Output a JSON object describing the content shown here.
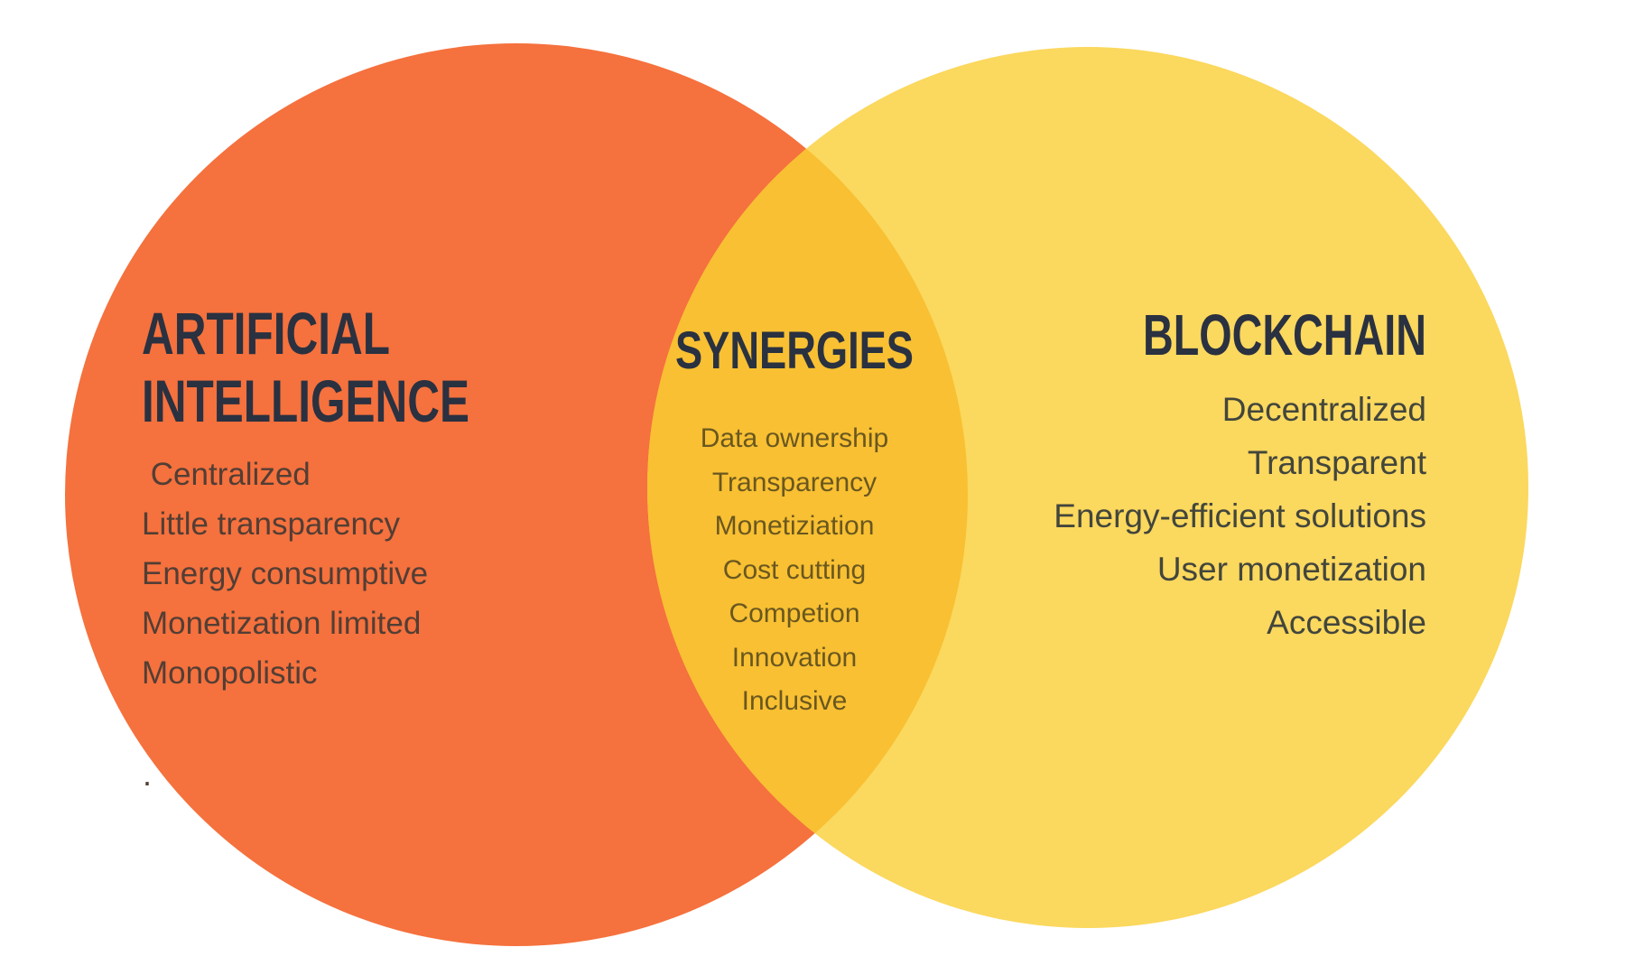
{
  "colors": {
    "background": "#FFFFFF",
    "ai_circle": "#F5713D",
    "blockchain_circle": "#FBD85E",
    "overlap_region": "#F8C032",
    "heading_text": "#2A3140",
    "ai_item_text": "#523E35",
    "synergy_item_text": "#6A5720",
    "blockchain_item_text": "#42463C"
  },
  "diagram": {
    "type": "venn",
    "ai": {
      "title": "ARTIFICIAL\nINTELLIGENCE",
      "items": [
        " Centralized",
        "Little transparency",
        "Energy consumptive",
        "Monetization limited",
        "Monopolistic"
      ]
    },
    "synergies": {
      "title": "SYNERGIES",
      "items": [
        "Data ownership",
        "Transparency",
        "Monetiziation",
        "Cost cutting",
        "Competion",
        "Innovation",
        "Inclusive"
      ]
    },
    "blockchain": {
      "title": "BLOCKCHAIN",
      "items": [
        "Decentralized",
        "Transparent",
        "Energy-efficient solutions",
        "User monetization",
        "Accessible"
      ]
    },
    "stray_mark": "."
  }
}
